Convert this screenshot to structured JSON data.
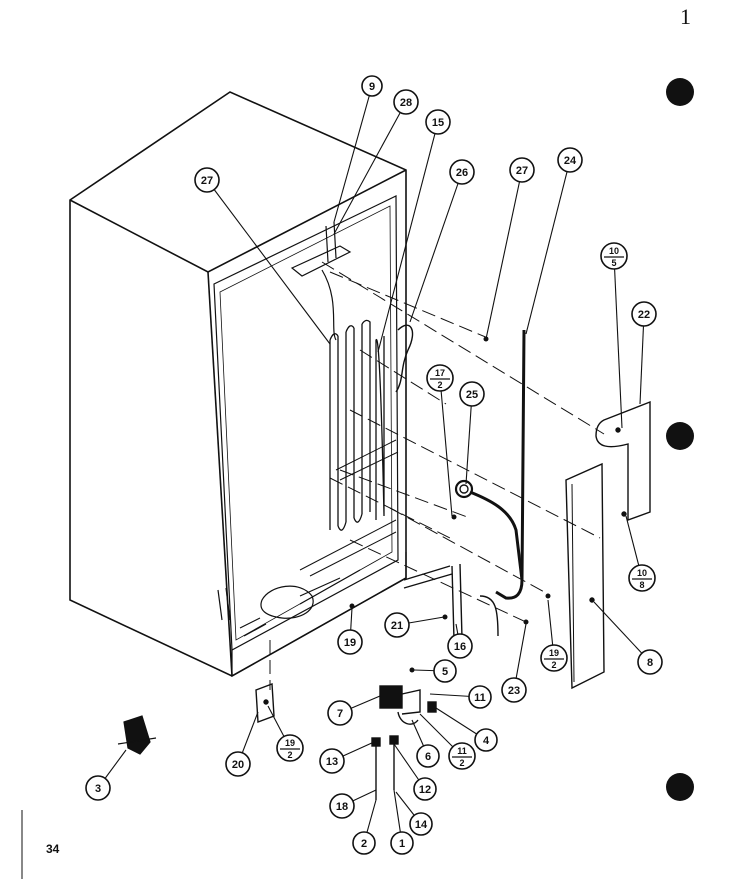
{
  "page_number": "34",
  "corner_mark": "1",
  "colors": {
    "ink": "#111111",
    "paper": "#ffffff"
  },
  "callouts": [
    {
      "id": "c9",
      "type": "number",
      "label": "9",
      "target": "bracket-top"
    },
    {
      "id": "c28",
      "type": "number",
      "label": "28",
      "target": "drain-tube-top"
    },
    {
      "id": "c15",
      "type": "number",
      "label": "15",
      "target": "condenser-tube"
    },
    {
      "id": "c26",
      "type": "number",
      "label": "26",
      "target": "cord-clip"
    },
    {
      "id": "c27a",
      "type": "number",
      "label": "27",
      "target": "condenser-coil"
    },
    {
      "id": "c27b",
      "type": "number",
      "label": "27",
      "target": "screw"
    },
    {
      "id": "c24",
      "type": "number",
      "label": "24",
      "target": "power-cord"
    },
    {
      "id": "c22",
      "type": "number",
      "label": "22",
      "target": "cover-plate"
    },
    {
      "id": "c25",
      "type": "number",
      "label": "25",
      "target": "grommet"
    },
    {
      "id": "c8",
      "type": "number",
      "label": "8",
      "target": "back-panel"
    },
    {
      "id": "c21",
      "type": "number",
      "label": "21",
      "target": "screw"
    },
    {
      "id": "c16",
      "type": "number",
      "label": "16",
      "target": "tube"
    },
    {
      "id": "c23",
      "type": "number",
      "label": "23",
      "target": "screw"
    },
    {
      "id": "c19a",
      "type": "number",
      "label": "19",
      "target": "screw"
    },
    {
      "id": "c5",
      "type": "number",
      "label": "5",
      "target": "screw"
    },
    {
      "id": "c11",
      "type": "number",
      "label": "11",
      "target": "valve-bracket"
    },
    {
      "id": "c7",
      "type": "number",
      "label": "7",
      "target": "water-valve"
    },
    {
      "id": "c4",
      "type": "number",
      "label": "4",
      "target": "fitting"
    },
    {
      "id": "c6",
      "type": "number",
      "label": "6",
      "target": "fitting"
    },
    {
      "id": "c13",
      "type": "number",
      "label": "13",
      "target": "nut"
    },
    {
      "id": "c12",
      "type": "number",
      "label": "12",
      "target": "tube-insert"
    },
    {
      "id": "c18",
      "type": "number",
      "label": "18",
      "target": "water-tube"
    },
    {
      "id": "c14",
      "type": "number",
      "label": "14",
      "target": "water-tube"
    },
    {
      "id": "c2",
      "type": "number",
      "label": "2",
      "target": "nut"
    },
    {
      "id": "c1",
      "type": "number",
      "label": "1",
      "target": "tube"
    },
    {
      "id": "c20",
      "type": "number",
      "label": "20",
      "target": "bracket"
    },
    {
      "id": "c3",
      "type": "number",
      "label": "3",
      "target": "leveler"
    },
    {
      "id": "f10_5",
      "type": "fraction",
      "num": "10",
      "den": "5",
      "target": "screw"
    },
    {
      "id": "f10_8",
      "type": "fraction",
      "num": "10",
      "den": "8",
      "target": "screw"
    },
    {
      "id": "f17_2",
      "type": "fraction",
      "num": "17",
      "den": "2",
      "target": "screw"
    },
    {
      "id": "f19_2a",
      "type": "fraction",
      "num": "19",
      "den": "2",
      "target": "screw"
    },
    {
      "id": "f19_2b",
      "type": "fraction",
      "num": "19",
      "den": "2",
      "target": "screw"
    },
    {
      "id": "f11_2",
      "type": "fraction",
      "num": "11",
      "den": "2",
      "target": "screw"
    }
  ]
}
